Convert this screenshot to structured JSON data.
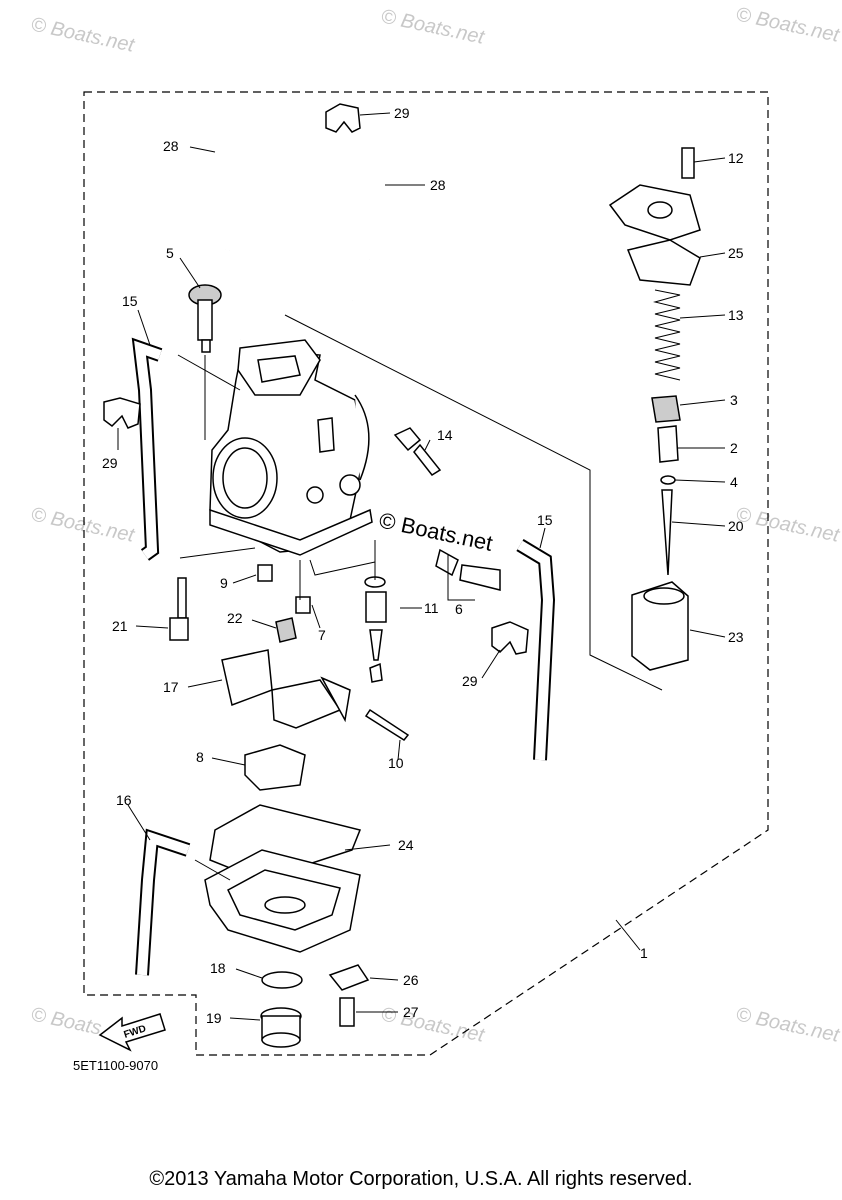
{
  "watermarks": [
    "© Boats.net",
    "© Boats.net",
    "© Boats.net",
    "© Boats.net",
    "© Boats.net",
    "© Boats.net",
    "© Boats.net",
    "© Boats.net",
    "© Boats.net"
  ],
  "center_watermark": "© Boats.net",
  "diagram_code": "5ET1100-9070",
  "fwd_label": "FWD",
  "callouts": [
    "29",
    "28",
    "28",
    "12",
    "25",
    "5",
    "15",
    "13",
    "3",
    "14",
    "2",
    "29",
    "4",
    "15",
    "20",
    "9",
    "6",
    "11",
    "21",
    "22",
    "7",
    "23",
    "17",
    "29",
    "10",
    "8",
    "16",
    "24",
    "1",
    "18",
    "26",
    "19",
    "27"
  ],
  "copyright": "©2013 Yamaha Motor Corporation, U.S.A. All rights reserved."
}
